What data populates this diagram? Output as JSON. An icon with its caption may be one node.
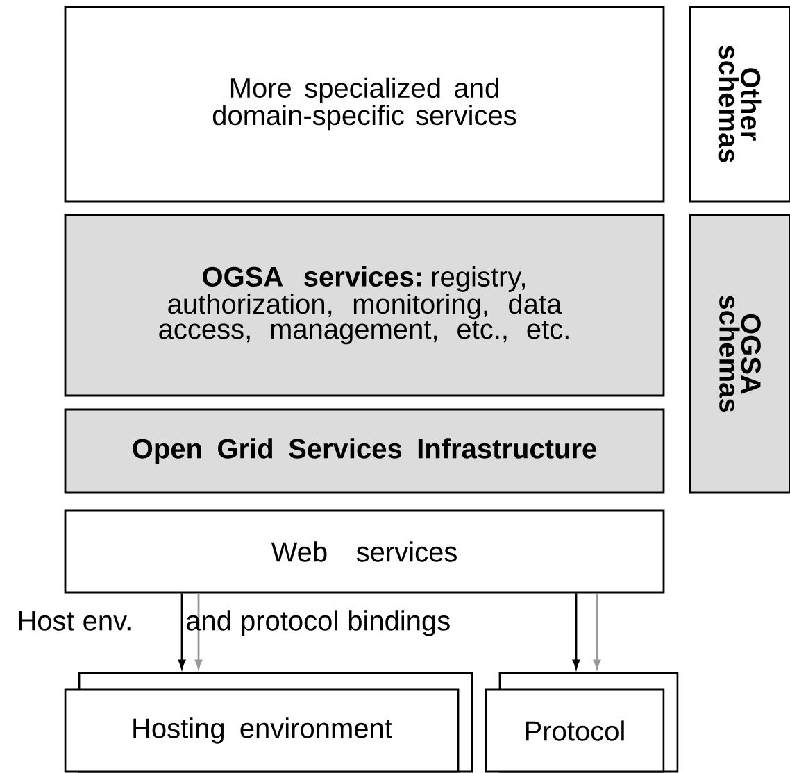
{
  "diagram": {
    "nodes": [
      {
        "text": [
          "More specialized and domain-specific services"
        ]
      },
      {
        "text": [
          "Other schemas"
        ]
      },
      {
        "text": [
          "**OGSA services:** registry, authorization, monitoring, data access, management, etc., etc."
        ]
      },
      {
        "text": [
          "Open Grid Services Infrastructure"
        ]
      },
      {
        "text": [
          "OGSA schemas"
        ]
      },
      {
        "text": [
          "Web services"
        ]
      },
      {
        "text": [
          "Hosting environment"
        ]
      },
      {
        "text": [
          "Protocol"
        ]
      }
    ],
    "edges": [
      {
        "from": 5,
        "to": 6,
        "arrow": "to"
      },
      {
        "from": 5,
        "to": 6,
        "arrow": "to",
        "color": "#999999"
      },
      {
        "from": 5,
        "to": 7,
        "arrow": "to"
      },
      {
        "from": 5,
        "to": 7,
        "arrow": "to",
        "color": "#999999"
      }
    ],
    "labels": [
      "Host env. and protocol bindings"
    ]
  }
}
